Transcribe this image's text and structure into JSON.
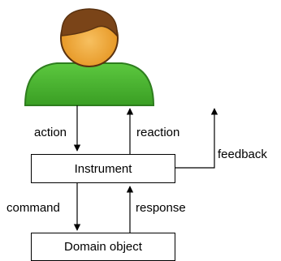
{
  "diagram": {
    "nodes": {
      "instrument": "Instrument",
      "domain_object": "Domain object"
    },
    "edges": {
      "action": "action",
      "reaction": "reaction",
      "command": "command",
      "response": "response",
      "feedback": "feedback"
    },
    "colors": {
      "person_body": "#47b82e",
      "person_body_outline": "#2e7d1e",
      "person_head": "#f0a330",
      "person_hair": "#7a4418",
      "person_outline": "#5a3210",
      "line": "#000000"
    },
    "icons": [
      "user-icon"
    ]
  }
}
